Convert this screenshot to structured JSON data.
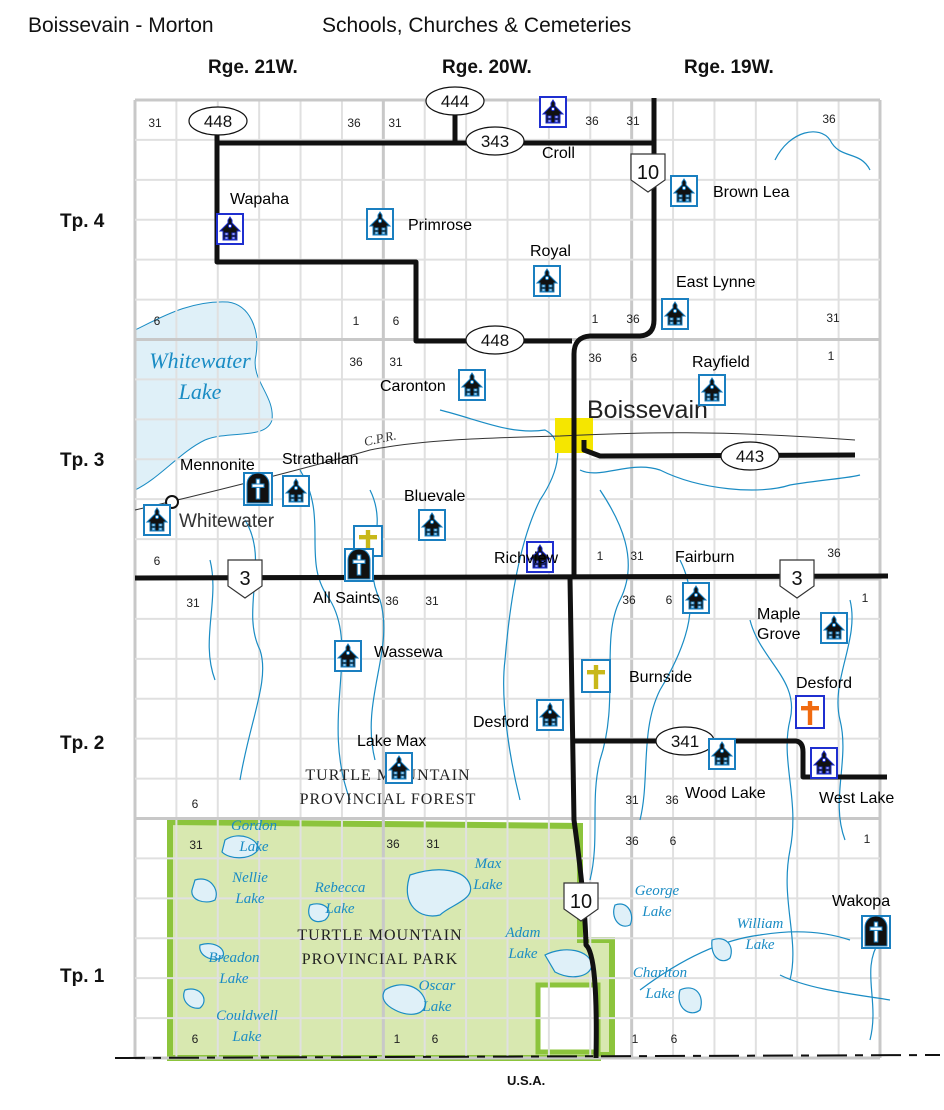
{
  "header": {
    "title_left": "Boissevain - Morton",
    "title_right": "Schools, Churches & Cemeteries"
  },
  "ranges": [
    "Rge. 21W.",
    "Rge. 20W.",
    "Rge. 19W."
  ],
  "townships": [
    "Tp. 4",
    "Tp. 3",
    "Tp. 2",
    "Tp. 1"
  ],
  "border_label": "U.S.A.",
  "colors": {
    "school_border": "#1a7fc0",
    "school_border_alt": "#1f2fd0",
    "cemetery_gold": "#c8b81a",
    "cemetery_orange": "#f06a10",
    "water": "#dff0f8",
    "river": "#1a8cc4",
    "park": "#d8e8b0",
    "park_border": "#8cc43c",
    "town_highlight": "#f5e600",
    "road": "#111111",
    "grid": "#d8d8d8"
  },
  "town": {
    "name": "Boissevain"
  },
  "railway": {
    "label": "C.P.R."
  },
  "settlement": {
    "name": "Whitewater"
  },
  "highways": [
    {
      "number": "448",
      "type": "oval"
    },
    {
      "number": "444",
      "type": "oval"
    },
    {
      "number": "343",
      "type": "oval"
    },
    {
      "number": "448",
      "type": "oval"
    },
    {
      "number": "443",
      "type": "oval"
    },
    {
      "number": "341",
      "type": "oval"
    },
    {
      "number": "10",
      "type": "shield"
    },
    {
      "number": "10",
      "type": "shield"
    },
    {
      "number": "3",
      "type": "shield"
    },
    {
      "number": "3",
      "type": "shield"
    }
  ],
  "places": [
    {
      "name": "Croll",
      "kind": "school"
    },
    {
      "name": "Wapaha",
      "kind": "school"
    },
    {
      "name": "Primrose",
      "kind": "school"
    },
    {
      "name": "Royal",
      "kind": "school"
    },
    {
      "name": "Brown Lea",
      "kind": "school"
    },
    {
      "name": "East Lynne",
      "kind": "school"
    },
    {
      "name": "Caronton",
      "kind": "school"
    },
    {
      "name": "Rayfield",
      "kind": "school"
    },
    {
      "name": "Mennonite",
      "kind": "cemetery"
    },
    {
      "name": "Strathallan",
      "kind": "school"
    },
    {
      "name": "Bluevale",
      "kind": "school"
    },
    {
      "name": "Richview",
      "kind": "school"
    },
    {
      "name": "All Saints",
      "kind": "cemetery"
    },
    {
      "name": "Fairburn",
      "kind": "school"
    },
    {
      "name": "Maple Grove",
      "kind": "school"
    },
    {
      "name": "Wassewa",
      "kind": "school"
    },
    {
      "name": "Burnside",
      "kind": "church"
    },
    {
      "name": "Desford",
      "kind": "church"
    },
    {
      "name": "Desford",
      "kind": "school"
    },
    {
      "name": "Lake Max",
      "kind": "school"
    },
    {
      "name": "Wood Lake",
      "kind": "school"
    },
    {
      "name": "West Lake",
      "kind": "school"
    },
    {
      "name": "Wakopa",
      "kind": "cemetery"
    },
    {
      "name": "Whitewater",
      "kind": "school"
    }
  ],
  "lakes": [
    {
      "name": [
        "Whitewater",
        "Lake"
      ]
    },
    {
      "name": [
        "Gordon",
        "Lake"
      ]
    },
    {
      "name": [
        "Nellie",
        "Lake"
      ]
    },
    {
      "name": [
        "Rebecca",
        "Lake"
      ]
    },
    {
      "name": [
        "Max",
        "Lake"
      ]
    },
    {
      "name": [
        "Breadon",
        "Lake"
      ]
    },
    {
      "name": [
        "Couldwell",
        "Lake"
      ]
    },
    {
      "name": [
        "Oscar",
        "Lake"
      ]
    },
    {
      "name": [
        "Adam",
        "Lake"
      ]
    },
    {
      "name": [
        "George",
        "Lake"
      ]
    },
    {
      "name": [
        "William",
        "Lake"
      ]
    },
    {
      "name": [
        "Charlton",
        "Lake"
      ]
    }
  ],
  "areas": [
    {
      "name": [
        "TURTLE  MOUNTAIN",
        "PROVINCIAL  FOREST"
      ]
    },
    {
      "name": [
        "TURTLE  MOUNTAIN",
        "PROVINCIAL  PARK"
      ]
    }
  ],
  "section_numbers": [
    "31",
    "36",
    "31",
    "36",
    "31",
    "36",
    "6",
    "1",
    "6",
    "1",
    "36",
    "31",
    "36",
    "31",
    "36",
    "6",
    "1",
    "6",
    "1",
    "31",
    "36",
    "31",
    "36",
    "31",
    "36",
    "6",
    "1",
    "6",
    "31",
    "36",
    "31",
    "36",
    "31",
    "36",
    "6",
    "1",
    "6"
  ]
}
